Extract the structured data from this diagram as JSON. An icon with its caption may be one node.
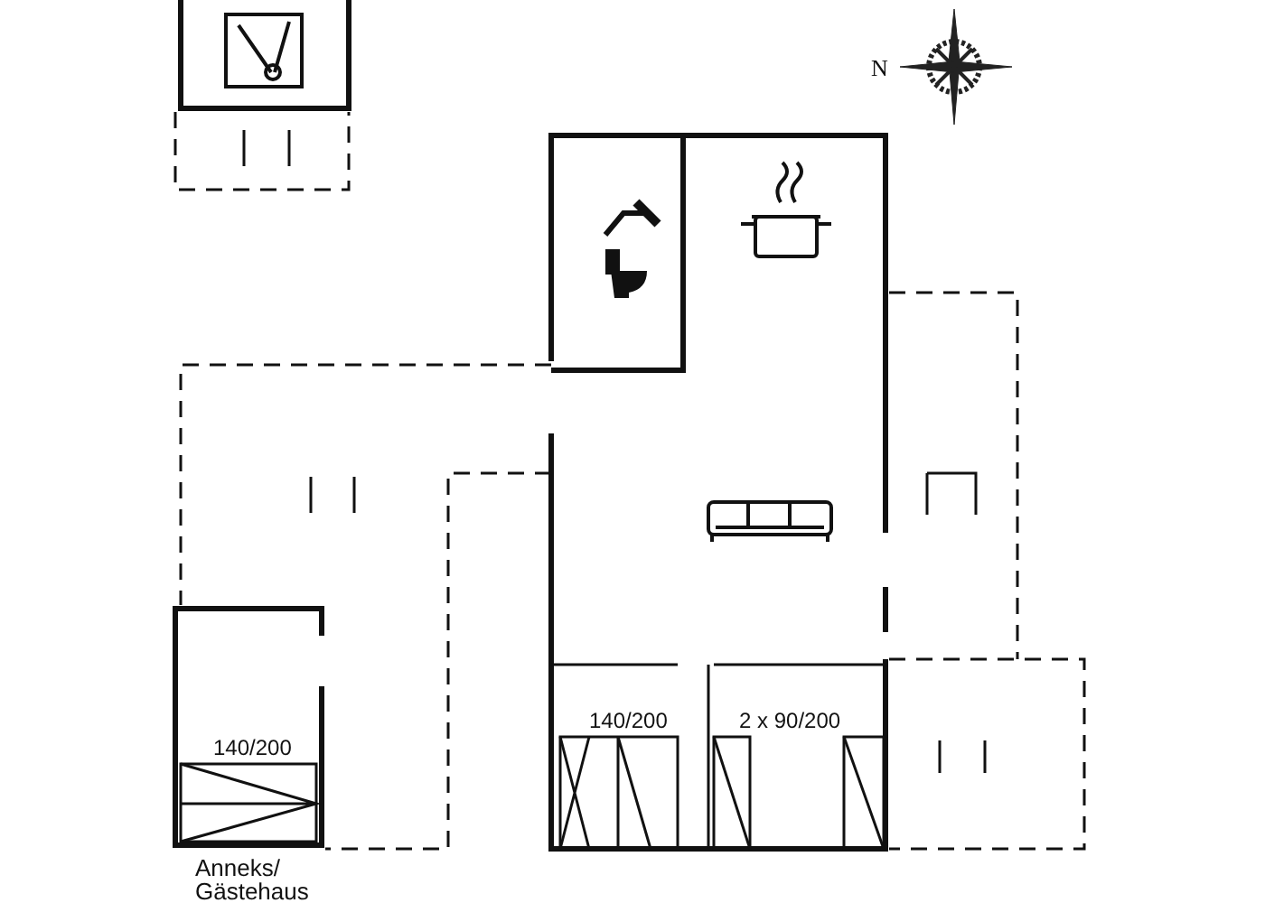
{
  "diagram": {
    "labels": [
      "N",
      "140/200",
      "2 x 90/200",
      "140/200",
      "Anneks/ Gästehaus"
    ]
  }
}
